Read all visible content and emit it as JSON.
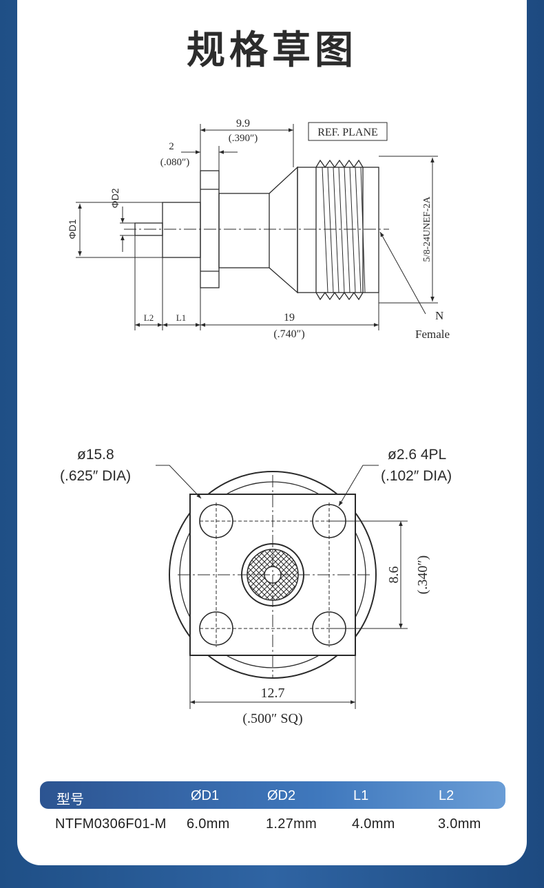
{
  "title": "规格草图",
  "side_view": {
    "dim_9_9": "9.9",
    "dim_9_9_in": "(.390″)",
    "ref_plane": "REF. PLANE",
    "dim_2": "2",
    "dim_2_in": "(.080″)",
    "label_d2": "ΦD2",
    "label_d1": "ΦD1",
    "thread": "5/8-24UNEF-2A",
    "label_l2": "L2",
    "label_l1": "L1",
    "dim_19": "19",
    "dim_19_in": "(.740″)",
    "n_label": "N",
    "female_label": "Female"
  },
  "front_view": {
    "dia_15_8": "ø15.8",
    "dia_15_8_in": "(.625″ DIA)",
    "hole_dia": "ø2.6 4PL",
    "hole_dia_in": "(.102″ DIA)",
    "dim_8_6": "8.6",
    "dim_8_6_in": "(.340″)",
    "dim_12_7": "12.7",
    "dim_12_7_in": "(.500″ SQ)"
  },
  "table": {
    "headers": [
      "型号",
      "ØD1",
      "ØD2",
      "L1",
      "L2"
    ],
    "row": [
      "NTFM0306F01-M",
      "6.0mm",
      "1.27mm",
      "4.0mm",
      "3.0mm"
    ]
  }
}
